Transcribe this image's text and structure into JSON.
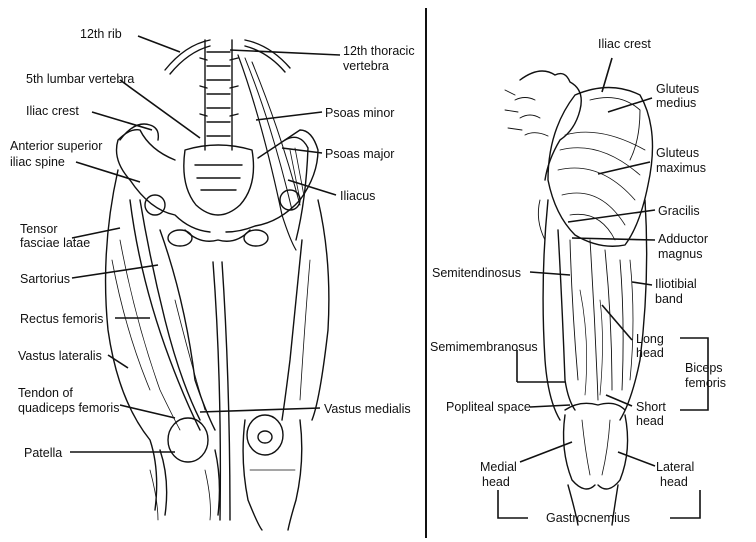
{
  "anterior": {
    "rib12": "12th rib",
    "thoracic12_line1": "12th thoracic",
    "thoracic12_line2": "vertebra",
    "lumbar5": "5th lumbar vertebra",
    "iliac_crest": "Iliac crest",
    "asis_line1": "Anterior superior",
    "asis_line2": "iliac spine",
    "psoas_minor": "Psoas minor",
    "psoas_major": "Psoas major",
    "iliacus": "Iliacus",
    "tensor_line1": "Tensor",
    "tensor_line2": "fasciae latae",
    "sartorius": "Sartorius",
    "rectus_femoris": "Rectus femoris",
    "vastus_lateralis": "Vastus lateralis",
    "tendon_line1": "Tendon of",
    "tendon_line2": "quadiceps femoris",
    "vastus_medialis": "Vastus medialis",
    "patella": "Patella"
  },
  "posterior": {
    "iliac_crest": "Iliac crest",
    "gluteus_medius_line1": "Gluteus",
    "gluteus_medius_line2": "medius",
    "gluteus_maximus_line1": "Gluteus",
    "gluteus_maximus_line2": "maximus",
    "gracilis": "Gracilis",
    "adductor_line1": "Adductor",
    "adductor_line2": "magnus",
    "semitendinosus": "Semitendinosus",
    "iliotibial_line1": "Iliotibial",
    "iliotibial_line2": "band",
    "long_head_line1": "Long",
    "long_head_line2": "head",
    "semimembranosus": "Semimembranosus",
    "biceps_line1": "Biceps",
    "biceps_line2": "femoris",
    "popliteal": "Popliteal space",
    "short_head_line1": "Short",
    "short_head_line2": "head",
    "medial_head_line1": "Medial",
    "medial_head_line2": "head",
    "lateral_head_line1": "Lateral",
    "lateral_head_line2": "head",
    "gastrocnemius": "Gastrocnemius"
  }
}
